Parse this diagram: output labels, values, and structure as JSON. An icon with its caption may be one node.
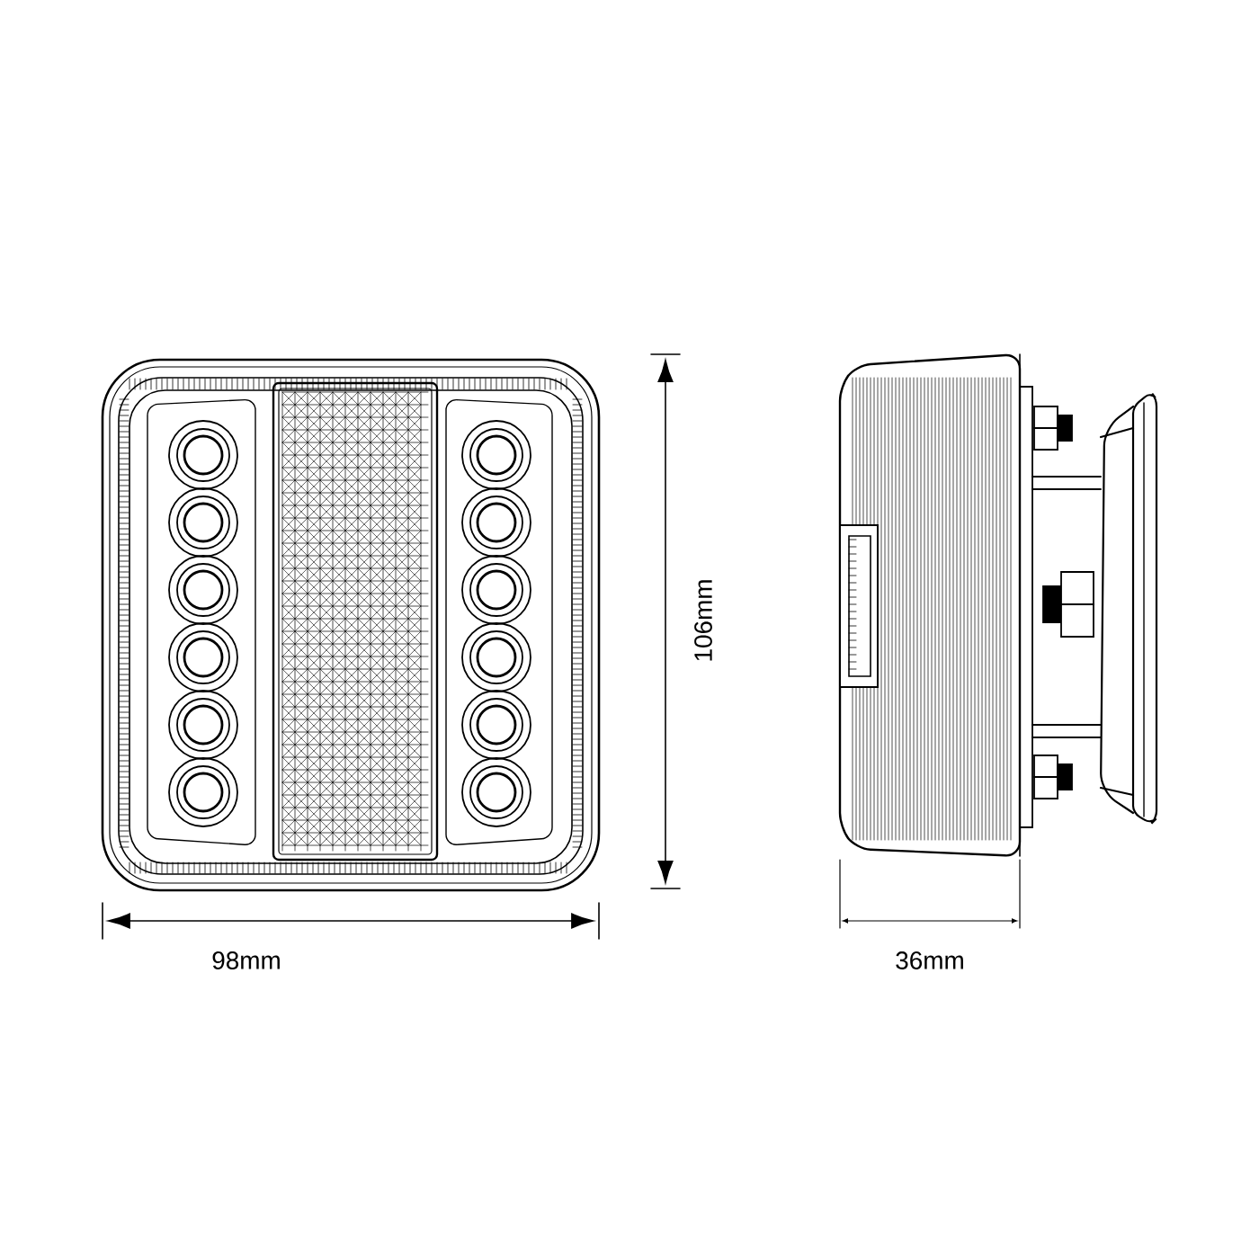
{
  "diagram": {
    "labels": [
      "106mm",
      "98mm",
      "36mm"
    ]
  }
}
